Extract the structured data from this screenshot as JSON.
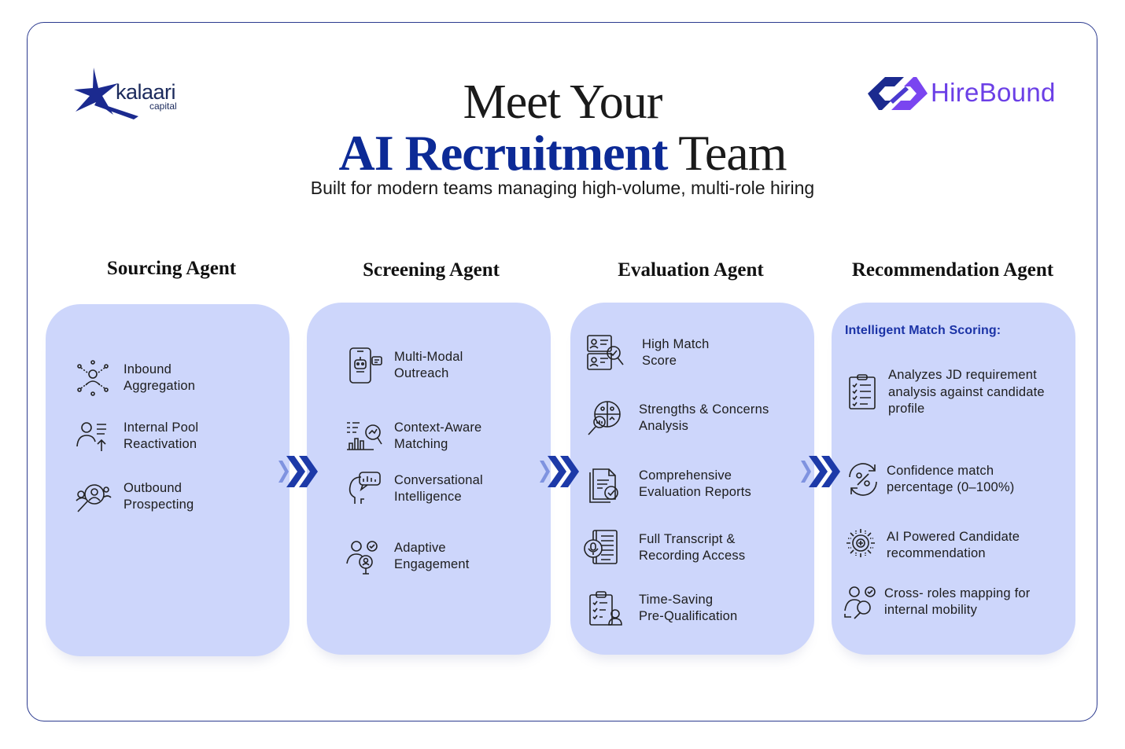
{
  "logos": {
    "kalaari_name": "kalaari",
    "kalaari_sub": "capital",
    "hirebound_name": "HireBound"
  },
  "header": {
    "title_line1": "Meet Your",
    "title_line2_highlight": "AI Recruitment",
    "title_line2_rest": " Team",
    "subtitle": "Built for modern teams managing high-volume, multi-role hiring"
  },
  "columns": [
    {
      "title": "Sourcing Agent",
      "items": [
        {
          "label_l1": "Inbound",
          "label_l2": "Aggregation",
          "icon": "network-user-icon"
        },
        {
          "label_l1": "Internal Pool",
          "label_l2": "Reactivation",
          "icon": "user-list-icon"
        },
        {
          "label_l1": "Outbound",
          "label_l2": "Prospecting",
          "icon": "user-search-icon"
        }
      ]
    },
    {
      "title": "Screening Agent",
      "items": [
        {
          "label_l1": "Multi-Modal",
          "label_l2": "Outreach",
          "icon": "phone-bot-icon"
        },
        {
          "label_l1": "Context-Aware",
          "label_l2": "Matching",
          "icon": "chart-search-icon"
        },
        {
          "label_l1": "Conversational",
          "label_l2": "Intelligence",
          "icon": "head-chat-icon"
        },
        {
          "label_l1": "Adaptive",
          "label_l2": "Engagement",
          "icon": "people-check-icon"
        }
      ]
    },
    {
      "title": "Evaluation Agent",
      "items": [
        {
          "label_l1": "High Match",
          "label_l2": "Score",
          "icon": "profile-search-icon"
        },
        {
          "label_l1": "Strengths & Concerns",
          "label_l2": "Analysis",
          "icon": "team-analysis-icon"
        },
        {
          "label_l1": "Comprehensive",
          "label_l2": "Evaluation Reports",
          "icon": "report-check-icon"
        },
        {
          "label_l1": "Full Transcript &",
          "label_l2": "Recording Access",
          "icon": "transcript-mic-icon"
        },
        {
          "label_l1": "Time-Saving",
          "label_l2": "Pre-Qualification",
          "icon": "clipboard-user-icon"
        }
      ]
    },
    {
      "title": "Recommendation Agent",
      "scoring_heading": "Intelligent Match Scoring:",
      "items": [
        {
          "label_l1": "Analyzes JD requirement",
          "label_l2": "analysis against candidate",
          "label_l3": "profile",
          "icon": "checklist-icon"
        },
        {
          "label_l1": "Confidence match",
          "label_l2": "percentage (0–100%)",
          "icon": "percent-cycle-icon"
        },
        {
          "label_l1": "AI Powered Candidate",
          "label_l2": "recommendation",
          "icon": "ai-chip-icon"
        },
        {
          "label_l1": "Cross- roles mapping  for",
          "label_l2": "internal mobility",
          "icon": "people-search-icon"
        }
      ]
    }
  ],
  "colors": {
    "card_bg": "#cdd6fb",
    "accent_blue": "#0c2a96",
    "frame_border": "#2b3a8f",
    "hirebound_purple": "#6b3fe6",
    "arrow_blue": "#1d3aa8"
  }
}
